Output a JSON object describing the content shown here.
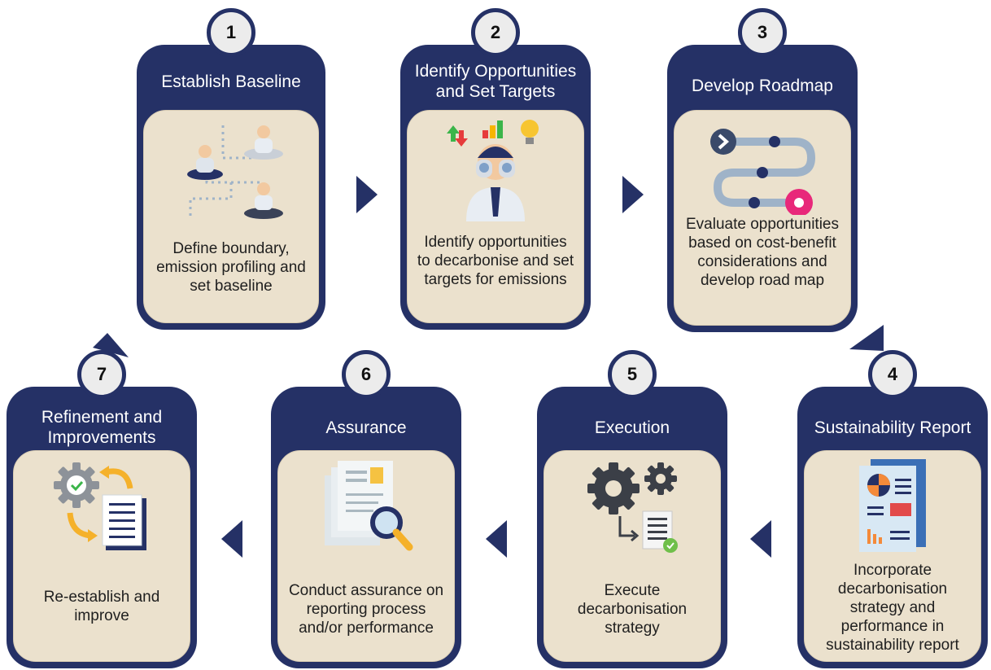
{
  "steps": [
    {
      "number": "1",
      "title": "Establish Baseline",
      "description": "Define boundary, emission profiling and set baseline",
      "icon": "people-network-icon"
    },
    {
      "number": "2",
      "title": "Identify Opportunities and Set Targets",
      "description": "Identify opportunities to decarbonise and set targets for emissions",
      "icon": "binoculars-person-icon"
    },
    {
      "number": "3",
      "title": "Develop Roadmap",
      "description": "Evaluate opportunities based on cost-benefit considerations and develop road map",
      "icon": "roadmap-path-icon"
    },
    {
      "number": "4",
      "title": "Sustainability Report",
      "description": "Incorporate decarbonisation strategy and performance in sustainability report",
      "icon": "report-document-icon"
    },
    {
      "number": "5",
      "title": "Execution",
      "description": "Execute decarbonisation strategy",
      "icon": "gears-checklist-icon"
    },
    {
      "number": "6",
      "title": "Assurance",
      "description": "Conduct assurance on reporting process and/or performance",
      "icon": "document-magnifier-icon"
    },
    {
      "number": "7",
      "title": "Refinement and Improvements",
      "description": "Re-establish and improve",
      "icon": "gear-cycle-icon"
    }
  ],
  "colors": {
    "navy": "#253166",
    "panel": "#ebe1cd",
    "badge": "#ececec"
  }
}
